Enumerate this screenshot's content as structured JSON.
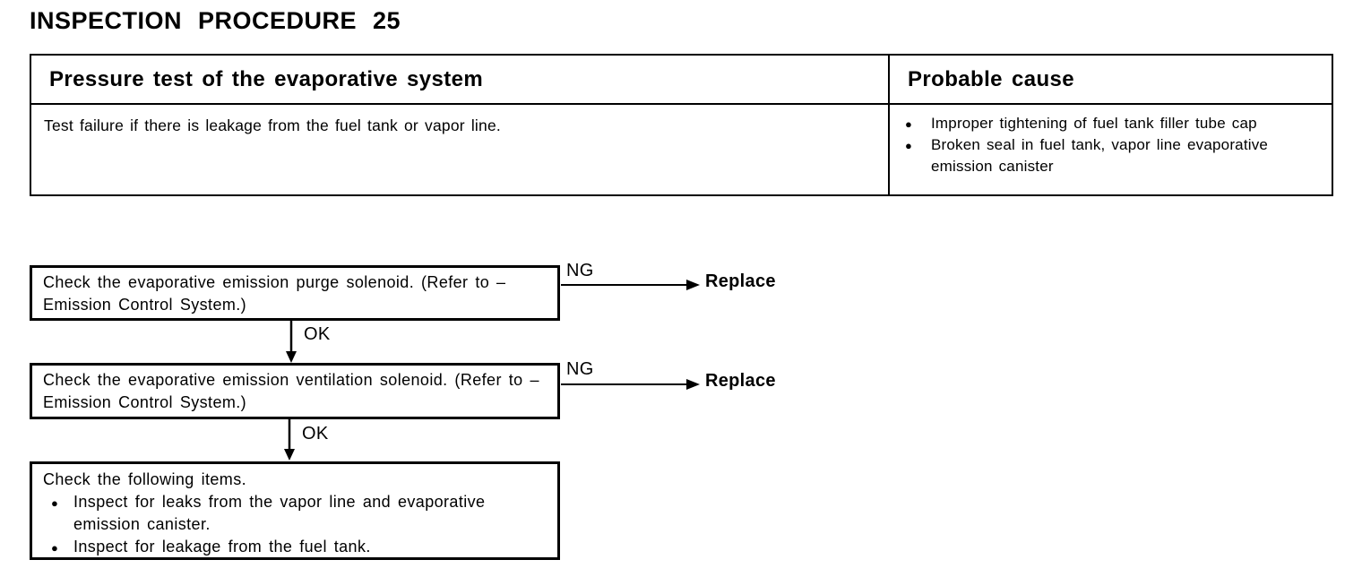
{
  "page": {
    "title": "INSPECTION PROCEDURE 25"
  },
  "table": {
    "header": {
      "left": "Pressure test of the evaporative system",
      "right": "Probable cause"
    },
    "body": {
      "left": "Test failure if there is leakage from the fuel tank or vapor line.",
      "right_bullets": [
        "Improper tightening of fuel tank filler tube cap",
        "Broken seal in fuel tank, vapor line evaporative emission canister"
      ]
    }
  },
  "flowchart": {
    "steps": [
      {
        "text": "Check the evaporative emission purge solenoid. (Refer to –Emission Control System.)",
        "ng_label": "NG",
        "ng_action": "Replace",
        "ok_label": "OK"
      },
      {
        "text": "Check the evaporative emission ventilation solenoid. (Refer to –Emission Control System.)",
        "ng_label": "NG",
        "ng_action": "Replace",
        "ok_label": "OK"
      },
      {
        "text": "Check the following items.",
        "bullets": [
          "Inspect for leaks from the vapor line and evaporative emission canister.",
          "Inspect for leakage from the fuel tank."
        ]
      }
    ]
  },
  "colors": {
    "ink": "#000000",
    "background": "#ffffff"
  }
}
